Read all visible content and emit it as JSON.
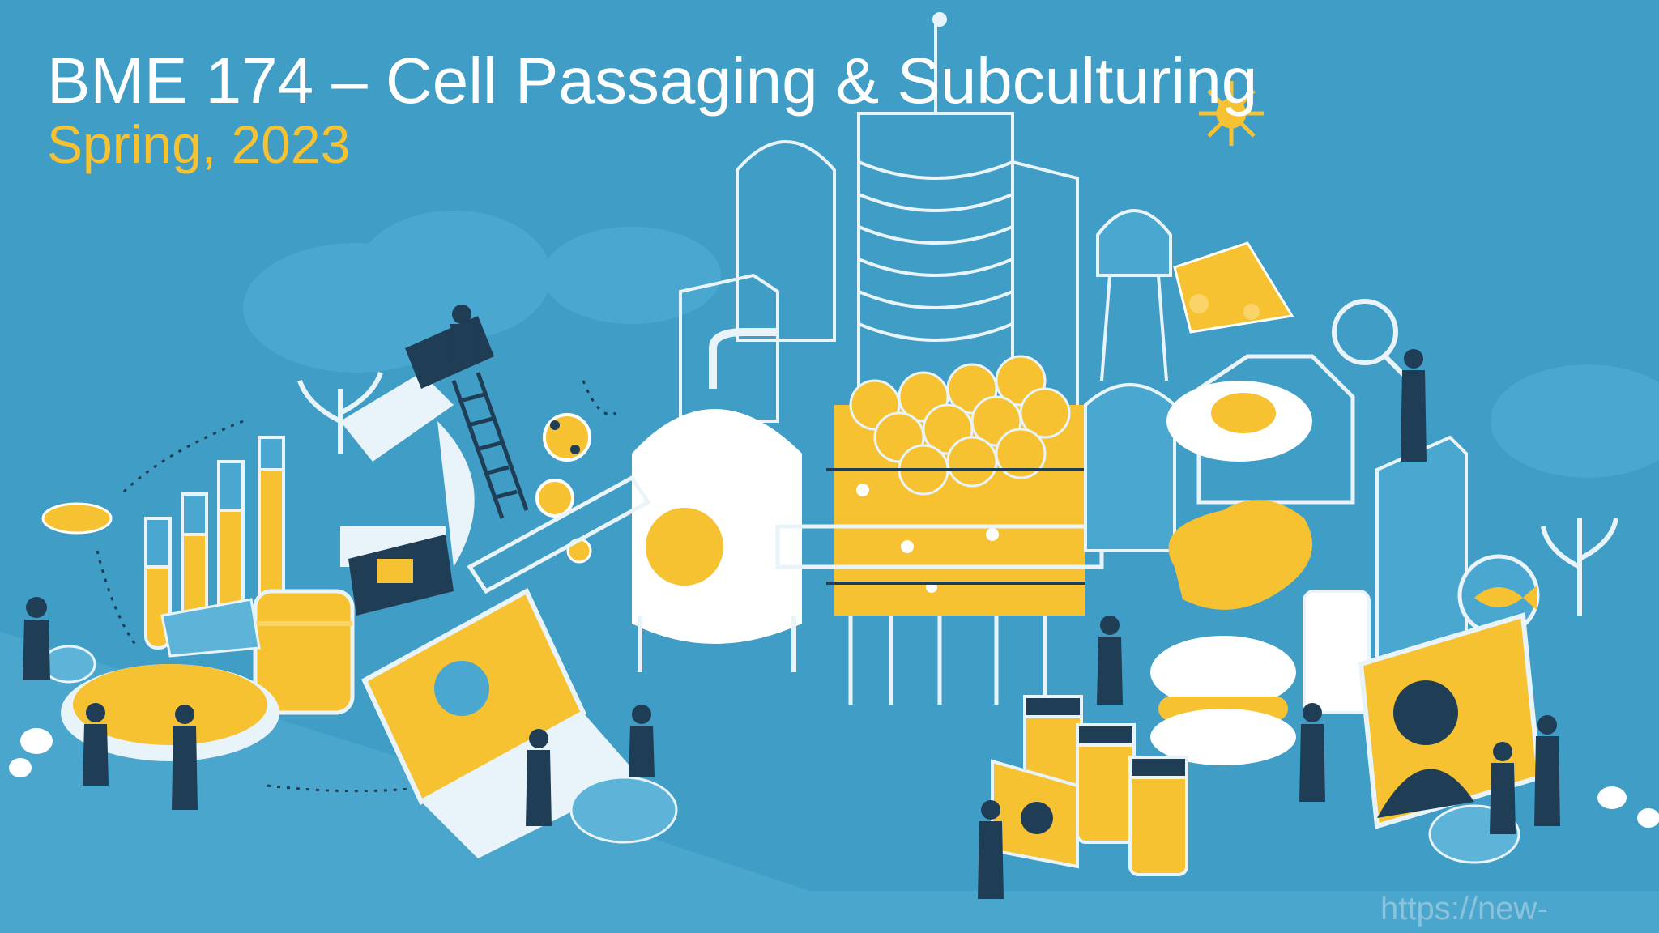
{
  "slide": {
    "title": "BME 174 – Cell Passaging & Subculturing",
    "subtitle": "Spring, 2023",
    "source_url": "https://new-"
  },
  "colors": {
    "background": "#3f9dc6",
    "title": "#ffffff",
    "accent_yellow": "#f6c231",
    "dark_figure": "#1f3d55",
    "light_outline": "#e9f4fa"
  },
  "illustration": {
    "elements": [
      "microscope-icon",
      "test-tubes-icon",
      "petri-dish-icon",
      "laptop-icon",
      "bioreactor-tank-icon",
      "cell-cluster-tanks-icon",
      "skyscraper-icon",
      "water-tower-icon",
      "cheese-icon",
      "fried-egg-icon",
      "steak-icon",
      "burger-icon",
      "magnifier-icon",
      "fish-icon",
      "jars-icon",
      "milk-glass-icon",
      "cow-icon",
      "pig-icon",
      "sheep-icon",
      "chicken-icon"
    ]
  }
}
